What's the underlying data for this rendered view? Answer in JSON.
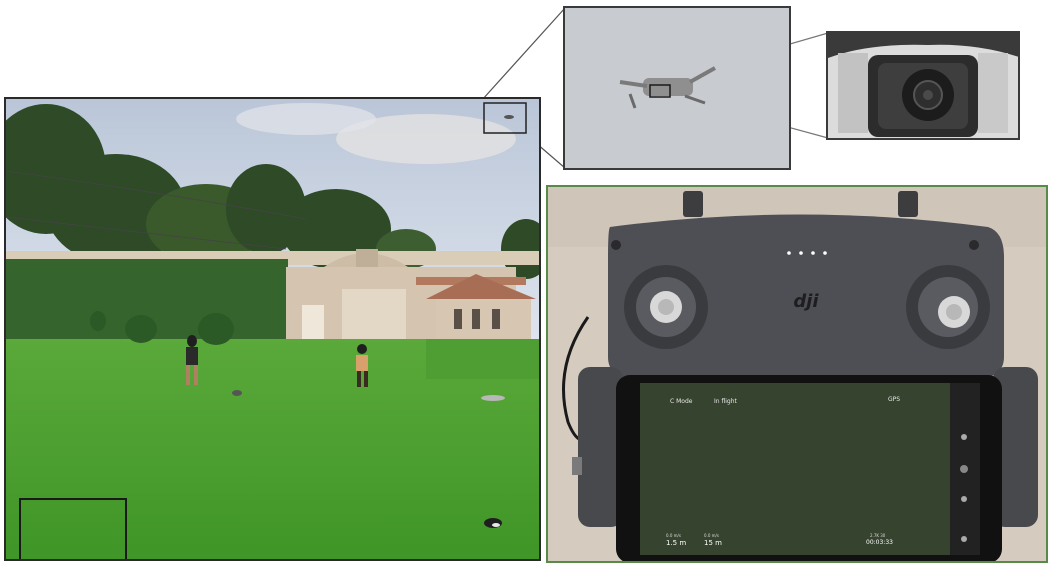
{
  "figure": {
    "controller_brand": "dji",
    "app_screen": {
      "mode_label": "C Mode",
      "status_label": "In flight",
      "signal_label": "GPS",
      "bottom_left_top": "0.0 m/s",
      "bottom_left_main": "1.5 m",
      "bottom_mid_top": "0.0 m/s",
      "bottom_mid_main": "15 m",
      "bottom_right_top": "2.7K 30",
      "bottom_right_main": "00:03:33"
    }
  },
  "colors": {
    "grass": "#4fa531",
    "sky": "#c9d4e2",
    "controller_body": "#4e4f54",
    "phone_screen": "#3c4a32",
    "zoom_border": "#3a3a3a",
    "controller_border": "#5a8a4a"
  },
  "icons": [
    "drone-icon",
    "camera-lens-icon",
    "joystick-icon",
    "goal-frame-icon"
  ]
}
